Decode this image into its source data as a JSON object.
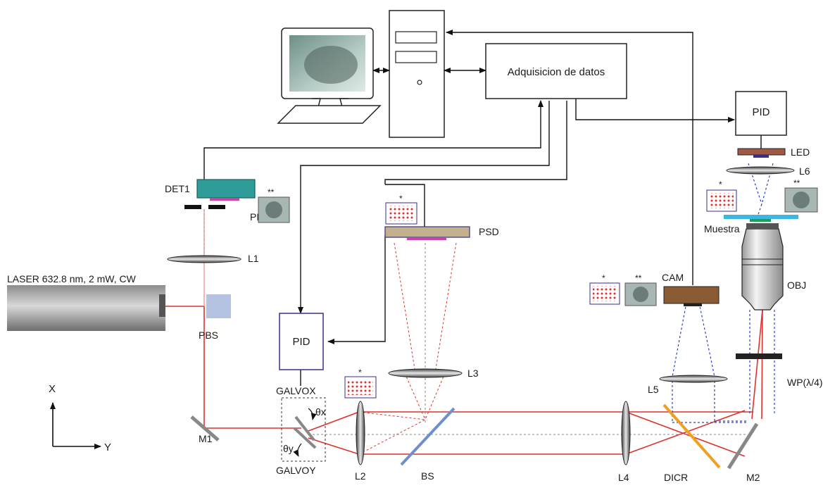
{
  "labels": {
    "daq": "Adquisicion de datos",
    "pid_left": "PID",
    "pid_right": "PID",
    "laser": "LASER 632.8 nm, 2 mW, CW",
    "det1": "DET1",
    "ph": "PH",
    "l1": "L1",
    "pbs": "PBS",
    "m1": "M1",
    "galvox": "GALVOX",
    "galvoy": "GALVOY",
    "theta_x": "θx",
    "theta_y": "θy",
    "psd": "PSD",
    "l3": "L3",
    "l2": "L2",
    "bs": "BS",
    "l4": "L4",
    "l5": "L5",
    "cam": "CAM",
    "dicr": "DICR",
    "m2": "M2",
    "wp": "WP(λ/4)",
    "obj": "OBJ",
    "muestra": "Muestra",
    "l6": "L6",
    "led": "LED",
    "axis_x": "X",
    "axis_y": "Y",
    "star1": "*",
    "star2": "**"
  },
  "colors": {
    "beam_red": "#e0312b",
    "beam_blue": "#2c3fc8",
    "box_border": "#3b2e8a",
    "det_teal": "#2e9c98",
    "psd_tan": "#c4b08a",
    "cam_brown": "#8a5a32",
    "led_brown": "#a05a44",
    "dicr_orange": "#f0a020",
    "bs_blue": "#6f8fcc",
    "sample_cyan": "#39b8e0"
  }
}
